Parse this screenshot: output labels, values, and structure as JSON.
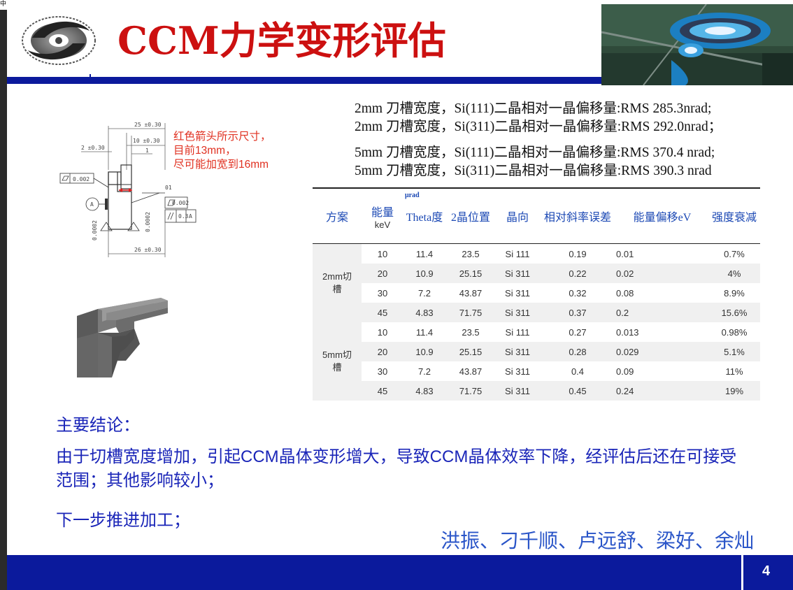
{
  "corner_glyph": "中",
  "title": "CCM力学变形评估",
  "notes": [
    "2mm 刀槽宽度，Si(111)二晶相对一晶偏移量:RMS 285.3nrad;",
    "2mm 刀槽宽度，Si(311)二晶相对一晶偏移量:RMS 292.0nrad；",
    "5mm 刀槽宽度，Si(111)二晶相对一晶偏移量:RMS 370.4 nrad;",
    "5mm 刀槽宽度，Si(311)二晶相对一晶偏移量:RMS 390.3 nrad"
  ],
  "drawing": {
    "red_note": [
      "红色箭头所示尺寸，",
      "目前13mm，",
      "尽可能加宽到16mm"
    ],
    "dims": {
      "d25": "25 ±0.30",
      "d10": "10 ±0.30",
      "d1": "1",
      "d2": "2 ±0.30",
      "d26": "26 ±0.30",
      "flat": "0.002",
      "par_a": "0.002",
      "par_b": "0.3",
      "par_ref": "A",
      "datum": "A",
      "side_l": "0.0002",
      "side_r": "0.0002",
      "mark": "01"
    }
  },
  "table": {
    "headers": {
      "scheme": "方案",
      "energy": "能量",
      "energy_unit": "keV",
      "theta": "Theta度",
      "theta_unit": "μrad",
      "pos": "2晶位置",
      "crystal": "晶向",
      "slope": "相对斜率误差",
      "shift": "能量偏移eV",
      "loss": "强度衰减"
    },
    "groups": [
      {
        "label": "2mm切\n槽",
        "rows": [
          [
            "10",
            "11.4",
            "23.5",
            "Si 111",
            "0.19",
            "0.01",
            "0.7%"
          ],
          [
            "20",
            "10.9",
            "25.15",
            "Si 311",
            "0.22",
            "0.02",
            "4%"
          ],
          [
            "30",
            "7.2",
            "43.87",
            "Si 311",
            "0.32",
            "0.08",
            "8.9%"
          ],
          [
            "45",
            "4.83",
            "71.75",
            "Si 311",
            "0.37",
            "0.2",
            "15.6%"
          ]
        ]
      },
      {
        "label": "5mm切\n槽",
        "rows": [
          [
            "10",
            "11.4",
            "23.5",
            "Si 111",
            "0.27",
            "0.013",
            "0.98%"
          ],
          [
            "20",
            "10.9",
            "25.15",
            "Si 311",
            "0.28",
            "0.029",
            "5.1%"
          ],
          [
            "30",
            "7.2",
            "43.87",
            "Si 311",
            "0.4",
            "0.09",
            "11%"
          ],
          [
            "45",
            "4.83",
            "71.75",
            "Si 311",
            "0.45",
            "0.24",
            "19%"
          ]
        ]
      }
    ]
  },
  "conclusion": {
    "title": "主要结论：",
    "body": "由于切槽宽度增加，引起CCM晶体变形增大，导致CCM晶体效率下降，经评估后还在可接受范围；其他影响较小；",
    "next": "下一步推进加工；"
  },
  "authors": "洪振、刁千顺、卢远舒、梁好、余灿",
  "page_number": "4",
  "colors": {
    "title_red": "#cc1010",
    "bar_blue": "#0b1a9c",
    "text_blue": "#1a25b8",
    "header_blue": "#1b48b4",
    "note_red": "#e03020"
  }
}
